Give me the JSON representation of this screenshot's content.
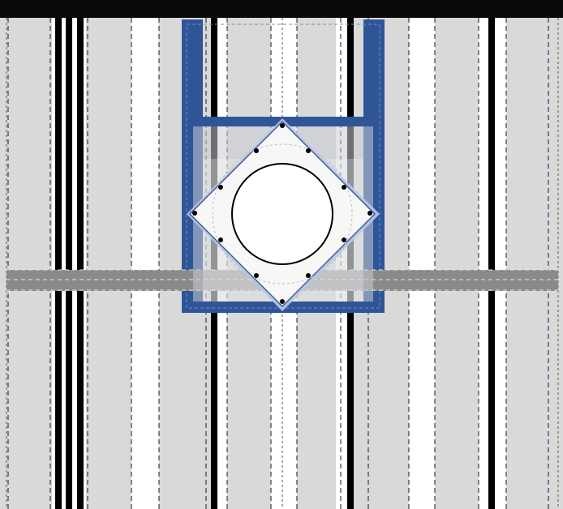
{
  "diagram": {
    "kind": "symmetric geometric pattern",
    "colors": {
      "top_bar": "#0a0a0a",
      "background": "#d9d9d9",
      "white_stripe": "#ffffff",
      "black_stripe": "#000000",
      "blue_frame": "#2f5597",
      "gray_band": "#8a8a8a",
      "gray_band_line": "#e6e6e6",
      "overlay": "#c8ccd2",
      "diamond_fill": "#f7f7f7",
      "diamond_edge": "#3a5a9a",
      "circle_stroke": "#000000",
      "dot": "#000000",
      "axis_dashed": "#6b5a1e"
    },
    "icons": [
      "white-diamond-icon",
      "circle-ring-icon",
      "dot-marker-icon"
    ],
    "counts": {
      "diamond_dots": 12,
      "solid_black_stripes": 6,
      "blue_frames": 1
    }
  }
}
